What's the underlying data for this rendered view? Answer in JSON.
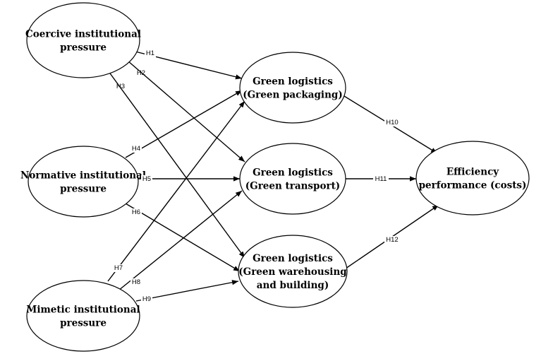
{
  "nodes": {
    "coercive": [
      "Coercive institutional",
      "pressure"
    ],
    "normative": [
      "Normative institutional",
      "pressure"
    ],
    "mimetic": [
      "Mimetic institutional",
      "pressure"
    ],
    "packaging": [
      "Green logistics",
      "(Green packaging)"
    ],
    "transport": [
      "Green logistics",
      "(Green transport)"
    ],
    "warehousing": [
      "Green logistics",
      "(Green warehousing",
      "and building)"
    ],
    "efficiency": [
      "Efficiency",
      "performance (costs)"
    ]
  },
  "edges": [
    {
      "label": "H1",
      "from": "coercive",
      "to": "packaging"
    },
    {
      "label": "H2",
      "from": "coercive",
      "to": "transport"
    },
    {
      "label": "H3",
      "from": "coercive",
      "to": "warehousing"
    },
    {
      "label": "H4",
      "from": "normative",
      "to": "packaging"
    },
    {
      "label": "H5",
      "from": "normative",
      "to": "transport"
    },
    {
      "label": "H6",
      "from": "normative",
      "to": "warehousing"
    },
    {
      "label": "H7",
      "from": "mimetic",
      "to": "packaging"
    },
    {
      "label": "H8",
      "from": "mimetic",
      "to": "transport"
    },
    {
      "label": "H9",
      "from": "mimetic",
      "to": "warehousing"
    },
    {
      "label": "H10",
      "from": "packaging",
      "to": "efficiency"
    },
    {
      "label": "H11",
      "from": "transport",
      "to": "efficiency"
    },
    {
      "label": "H12",
      "from": "warehousing",
      "to": "efficiency"
    }
  ]
}
